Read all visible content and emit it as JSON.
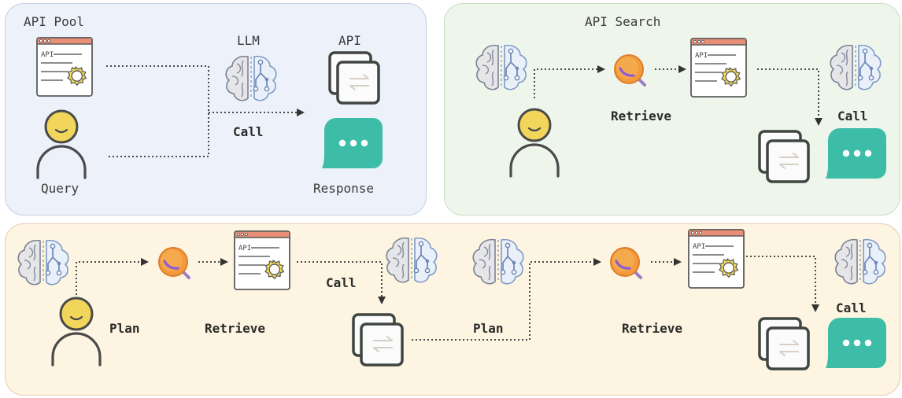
{
  "api_pool": {
    "title": "API Pool",
    "llm_label": "LLM",
    "api_label": "API",
    "call_label": "Call",
    "query_label": "Query",
    "response_label": "Response"
  },
  "api_search": {
    "title": "API Search",
    "retrieve_label": "Retrieve",
    "call_label": "Call"
  },
  "multi_step": {
    "plan_label_1": "Plan",
    "retrieve_label_1": "Retrieve",
    "call_label_1": "Call",
    "plan_label_2": "Plan",
    "retrieve_label_2": "Retrieve",
    "call_label_2": "Call"
  },
  "doc_icon_text": "API",
  "colors": {
    "pool_bg": "#edf2fa",
    "search_bg": "#eef6ec",
    "multi_bg": "#fdf5e1",
    "response_teal": "#3dbda8",
    "user_yellow": "#f2d65c",
    "magnifier_orange": "#f29a3c",
    "gear_yellow": "#f7dd55"
  },
  "icons": [
    "brain-icon",
    "user-icon",
    "api-doc-icon",
    "api-stack-icon",
    "response-bubble-icon",
    "magnifier-icon"
  ]
}
